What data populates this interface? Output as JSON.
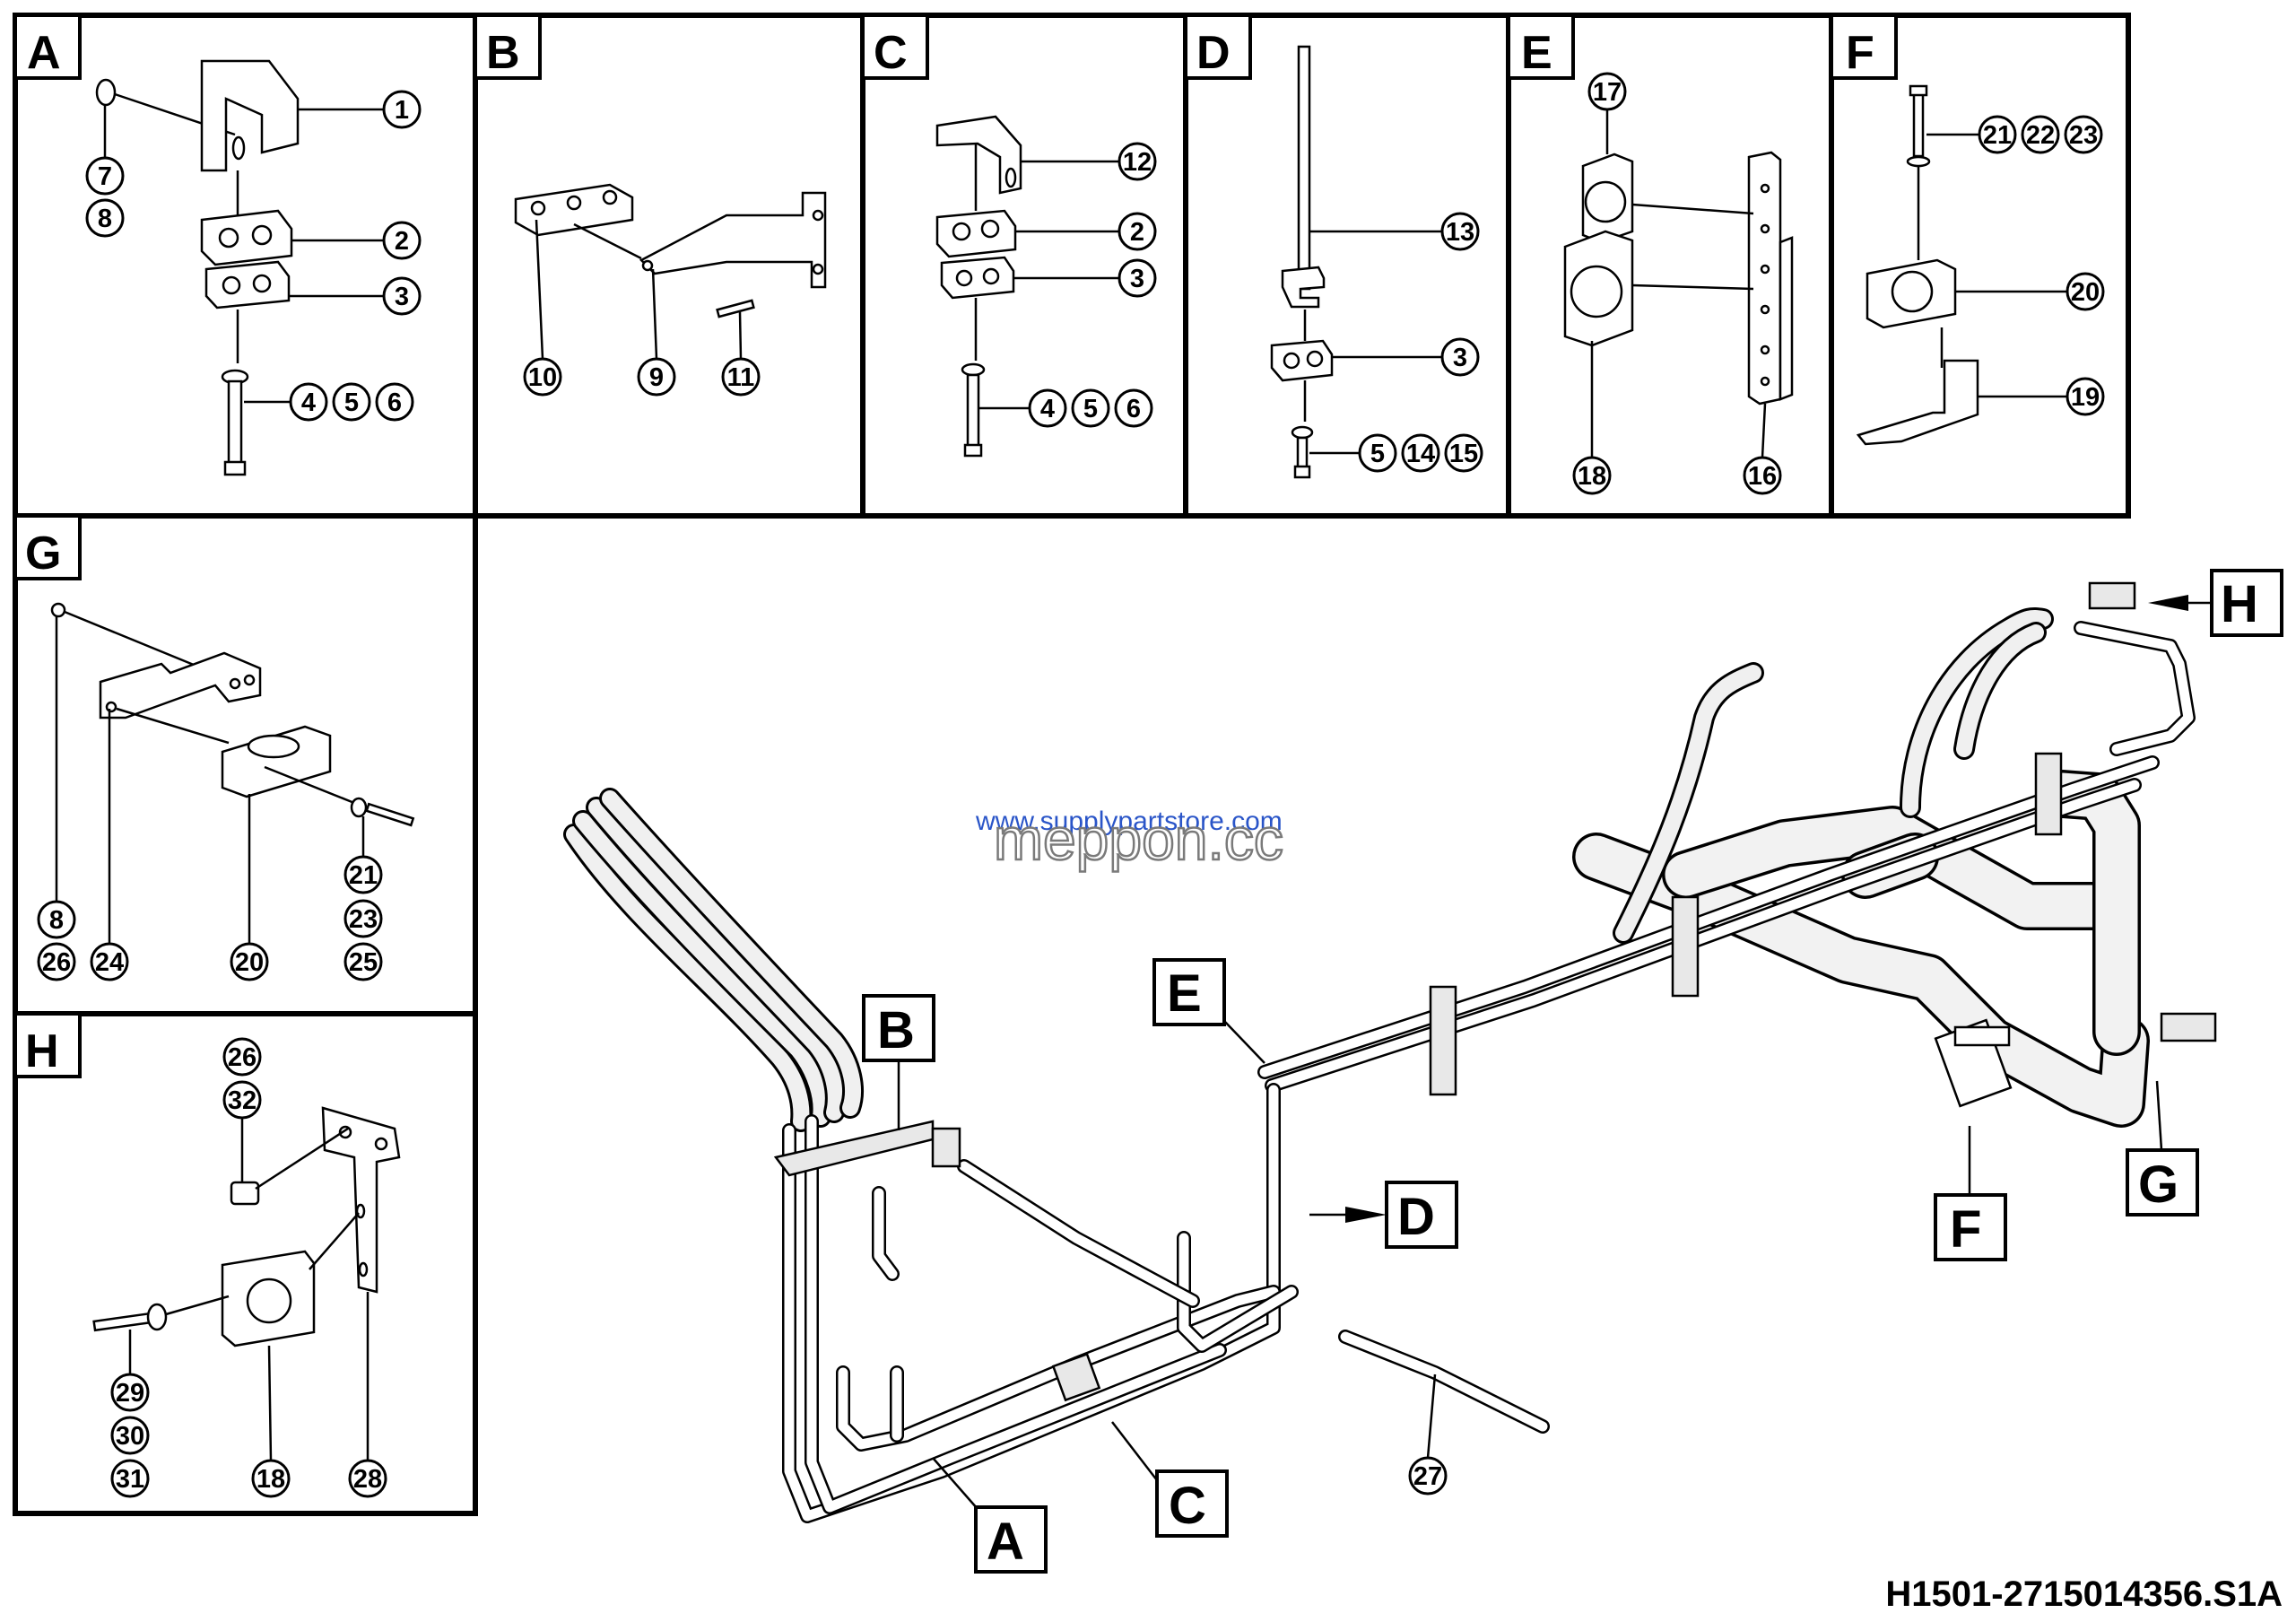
{
  "panels": [
    {
      "id": "A",
      "label": "A",
      "callouts": [
        "1",
        "2",
        "3",
        "4",
        "5",
        "6",
        "7",
        "8"
      ]
    },
    {
      "id": "B",
      "label": "B",
      "callouts": [
        "9",
        "10",
        "11"
      ]
    },
    {
      "id": "C",
      "label": "C",
      "callouts": [
        "12",
        "2",
        "3",
        "4",
        "5",
        "6"
      ]
    },
    {
      "id": "D",
      "label": "D",
      "callouts": [
        "13",
        "3",
        "5",
        "14",
        "15"
      ]
    },
    {
      "id": "E",
      "label": "E",
      "callouts": [
        "17",
        "18",
        "16"
      ]
    },
    {
      "id": "F",
      "label": "F",
      "callouts": [
        "21",
        "22",
        "23",
        "20",
        "19"
      ]
    },
    {
      "id": "G",
      "label": "G",
      "callouts": [
        "8",
        "26",
        "24",
        "20",
        "21",
        "23",
        "25"
      ]
    },
    {
      "id": "H",
      "label": "H",
      "callouts": [
        "26",
        "32",
        "29",
        "30",
        "31",
        "18",
        "28"
      ]
    }
  ],
  "main_view": {
    "location_labels": [
      "B",
      "E",
      "D",
      "C",
      "A",
      "H",
      "F",
      "G"
    ],
    "callouts": [
      "27"
    ]
  },
  "watermark": {
    "url": "www.supplypartstore.com",
    "brand": "meppon.cc"
  },
  "drawing_code": "H1501-2715014356.S1A",
  "colors": {
    "line": "#000000",
    "watermark_text": "#2a55c8"
  }
}
